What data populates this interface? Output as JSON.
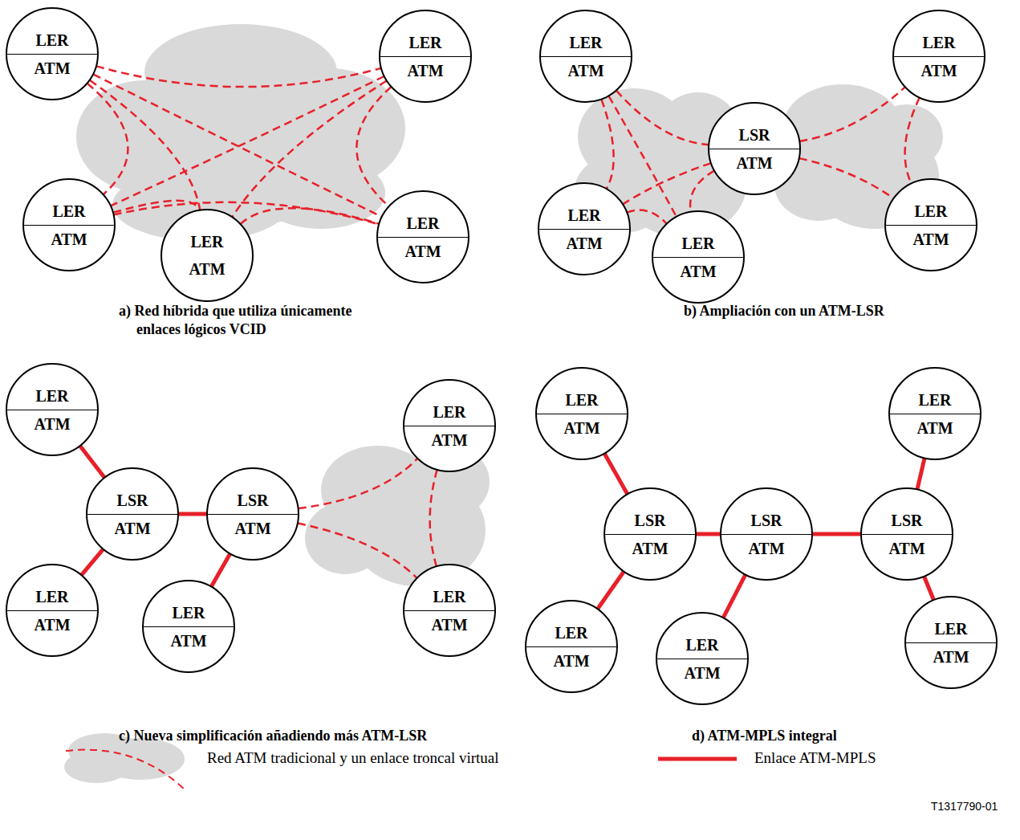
{
  "diagram": {
    "nodes": [
      {
        "text": [
          "LER",
          "ATM"
        ]
      },
      {
        "text": [
          "LER",
          "ATM"
        ]
      },
      {
        "text": [
          "LER",
          "ATM"
        ]
      },
      {
        "text": [
          "LER",
          "ATM"
        ]
      },
      {
        "text": [
          "LER",
          "ATM"
        ]
      },
      {
        "text": [
          "LER",
          "ATM"
        ]
      },
      {
        "text": [
          "LER",
          "ATM"
        ]
      },
      {
        "text": [
          "LSR",
          "ATM"
        ]
      },
      {
        "text": [
          "LER",
          "ATM"
        ]
      },
      {
        "text": [
          "LER",
          "ATM"
        ]
      },
      {
        "text": [
          "LER",
          "ATM"
        ]
      },
      {
        "text": [
          "LER",
          "ATM"
        ]
      },
      {
        "text": [
          "LER",
          "ATM"
        ]
      },
      {
        "text": [
          "LSR",
          "ATM"
        ]
      },
      {
        "text": [
          "LSR",
          "ATM"
        ]
      },
      {
        "text": [
          "LER",
          "ATM"
        ]
      },
      {
        "text": [
          "LER",
          "ATM"
        ]
      },
      {
        "text": [
          "LER",
          "ATM"
        ]
      },
      {
        "text": [
          "LER",
          "ATM"
        ]
      },
      {
        "text": [
          "LER",
          "ATM"
        ]
      },
      {
        "text": [
          "LSR",
          "ATM"
        ]
      },
      {
        "text": [
          "LSR",
          "ATM"
        ]
      },
      {
        "text": [
          "LSR",
          "ATM"
        ]
      },
      {
        "text": [
          "LER",
          "ATM"
        ]
      },
      {
        "text": [
          "LER",
          "ATM"
        ]
      },
      {
        "text": [
          "LER",
          "ATM"
        ]
      }
    ],
    "edges": [
      {
        "from": 0,
        "to": 1,
        "arrow": "none"
      },
      {
        "from": 0,
        "to": 2,
        "arrow": "none"
      },
      {
        "from": 0,
        "to": 3,
        "arrow": "none"
      },
      {
        "from": 0,
        "to": 4,
        "arrow": "none"
      },
      {
        "from": 1,
        "to": 2,
        "arrow": "none"
      },
      {
        "from": 1,
        "to": 3,
        "arrow": "none"
      },
      {
        "from": 1,
        "to": 4,
        "arrow": "none"
      },
      {
        "from": 2,
        "to": 3,
        "arrow": "none"
      },
      {
        "from": 2,
        "to": 4,
        "arrow": "none"
      },
      {
        "from": 3,
        "to": 4,
        "arrow": "none"
      },
      {
        "from": 5,
        "to": 7,
        "arrow": "none"
      },
      {
        "from": 5,
        "to": 8,
        "arrow": "none"
      },
      {
        "from": 5,
        "to": 9,
        "arrow": "none"
      },
      {
        "from": 7,
        "to": 8,
        "arrow": "none"
      },
      {
        "from": 7,
        "to": 9,
        "arrow": "none"
      },
      {
        "from": 8,
        "to": 9,
        "arrow": "none"
      },
      {
        "from": 7,
        "to": 6,
        "arrow": "none"
      },
      {
        "from": 7,
        "to": 10,
        "arrow": "none"
      },
      {
        "from": 6,
        "to": 10,
        "arrow": "none"
      },
      {
        "from": 11,
        "to": 13,
        "arrow": "none"
      },
      {
        "from": 15,
        "to": 13,
        "arrow": "none"
      },
      {
        "from": 13,
        "to": 14,
        "arrow": "none"
      },
      {
        "from": 16,
        "to": 14,
        "arrow": "none"
      },
      {
        "from": 14,
        "to": 12,
        "arrow": "none"
      },
      {
        "from": 14,
        "to": 17,
        "arrow": "none"
      },
      {
        "from": 12,
        "to": 17,
        "arrow": "none"
      },
      {
        "from": 18,
        "to": 20,
        "arrow": "none"
      },
      {
        "from": 23,
        "to": 20,
        "arrow": "none"
      },
      {
        "from": 20,
        "to": 21,
        "arrow": "none"
      },
      {
        "from": 24,
        "to": 21,
        "arrow": "none"
      },
      {
        "from": 21,
        "to": 22,
        "arrow": "none"
      },
      {
        "from": 19,
        "to": 22,
        "arrow": "none"
      },
      {
        "from": 25,
        "to": 22,
        "arrow": "none"
      }
    ],
    "labels": [
      "a) Red híbrida que utiliza únicamente enlaces lógicos VCID",
      "b) Ampliación con un ATM-LSR",
      "c) Nueva simplificación añadiendo más ATM-LSR",
      "d) ATM-MPLS integral",
      "T1317790-01"
    ],
    "legend": [
      {
        "text": "Red ATM tradicional y un enlace troncal virtual"
      },
      {
        "text": "Enlace ATM-MPLS"
      }
    ]
  }
}
